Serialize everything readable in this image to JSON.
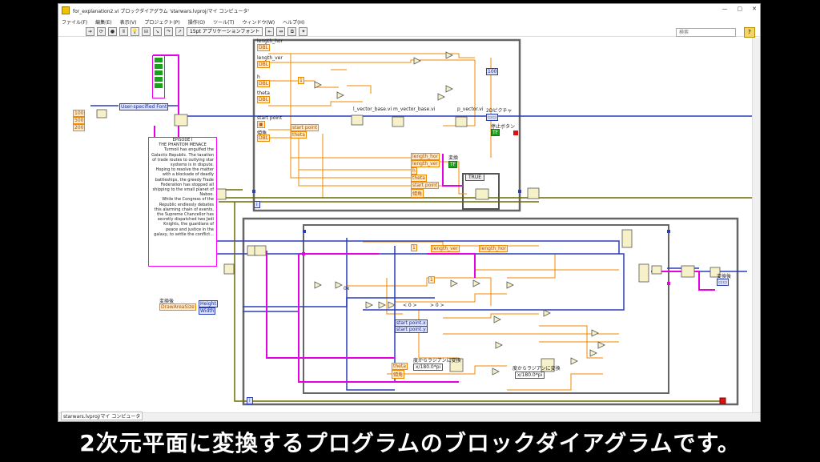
{
  "window": {
    "title": "for_explanation2.vi ブロックダイアグラム 'starwars.lvproj/マイ コンピュータ'",
    "controls": [
      "—",
      "▢",
      "✕"
    ]
  },
  "menu": [
    "ファイル(F)",
    "編集(E)",
    "表示(V)",
    "プロジェクト(P)",
    "操作(O)",
    "ツール(T)",
    "ウィンドウ(W)",
    "ヘルプ(H)"
  ],
  "toolbar": {
    "font_label": "15pt アプリケーションフォント",
    "search_placeholder": "検索",
    "help_icon": "?"
  },
  "diagram": {
    "labels": {
      "length_hor": "length_hor",
      "length_ver": "length_ver",
      "h": "h",
      "theta": "theta",
      "start_point": "start point",
      "angle": "傾角",
      "l_vector": "l_vector_base.vi",
      "m_vector": "m_vector_base.vi",
      "p_vector": "p_vector.vi",
      "picture_2d": "2Dピクチャ",
      "stop_button": "停止ボタン",
      "transform": "変換",
      "true_case": "TRUE",
      "user_font": "User-specified Font",
      "draw_area": "DrawAreaSize",
      "transform2": "変換後",
      "height": "Height",
      "width": "Width",
      "deg_to_rad_1": "度からラジアンに変換",
      "deg_to_rad_2": "度からラジアンに変換",
      "formula_1": "x/180.0*pi",
      "formula_2": "x/180.0*pi",
      "start_point_x": "start point.x",
      "start_point_y": "start point.y",
      "theta2": "theta",
      "angle2": "傾角",
      "const_100": "100",
      "const_500": "500",
      "const_200": "200",
      "value_one": "1",
      "value_hex": "0x",
      "value_lt0": "< 0 >",
      "value_gt0": "> 0 >",
      "length_ver2": "length_ver",
      "length_hor2": "length_hor",
      "bundle_length_hor": "length_hor",
      "bundle_length_ver": "length_ver",
      "bundle_h": "h",
      "bundle_theta": "theta",
      "bundle_start": "start point",
      "bundle_angle": "傾角",
      "sp_cluster": "start point",
      "sp_theta": "theta",
      "info_1": "i",
      "info_2": "i",
      "hex_100": "100"
    },
    "text_block": [
      "EPISODE I",
      "THE PHANTOM MENACE",
      "",
      "Turmoil has engulfed the Galactic Republic. The taxation of trade routes to outlying star systems is in dispute.",
      "",
      "Hoping to resolve the matter with a blockade of deadly battleships, the greedy Trade Federation has stopped all shipping to the small planet of Naboo.",
      "",
      "While the Congress of the Republic endlessly debates this alarming chain of events, the Supreme Chancellor has secretly dispatched two Jedi Knights, the guardians of peace and justice in the galaxy, to settle the conflict..."
    ]
  },
  "status": {
    "path": "starwars.lvproj/マイ コンピュータ"
  },
  "caption": "2次元平面に変換するプログラムのブロックダイアグラムです。",
  "colors": {
    "orange_wire": "#f08a00",
    "blue_wire": "#2a3fb8",
    "green_wire": "#6b6b00",
    "pink_wire": "#e600e6",
    "frame": "#666666"
  }
}
